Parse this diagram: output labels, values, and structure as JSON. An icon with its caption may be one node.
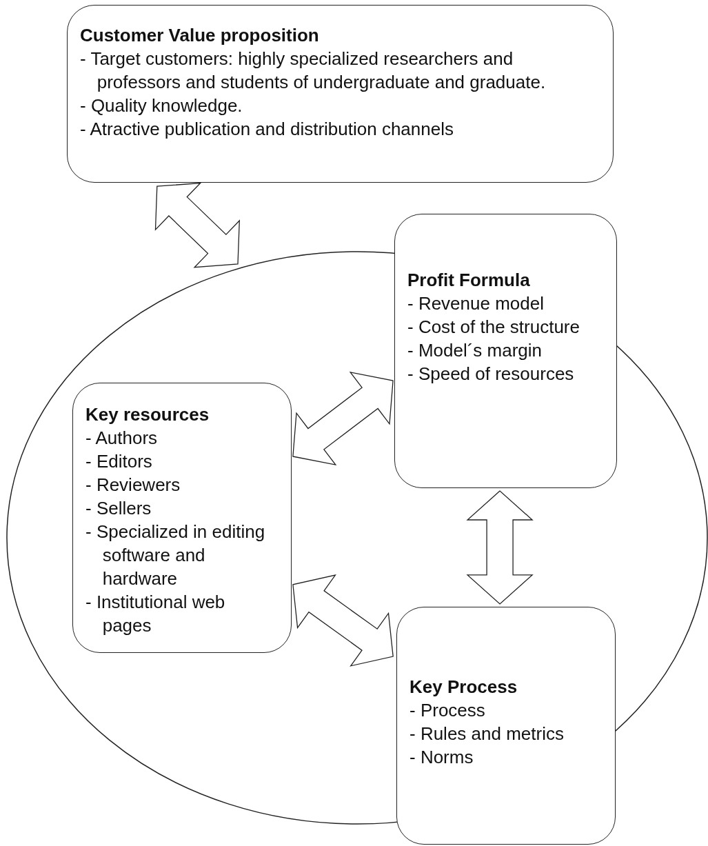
{
  "diagram": {
    "nodes": [
      {
        "text": [
          "Customer Value proposition",
          "- Target customers: highly specialized researchers and professors and students of undergraduate and graduate.",
          "- Quality knowledge.",
          "- Atractive publication and distribution channels"
        ]
      },
      {
        "text": [],
        "shape": "circle"
      },
      {
        "text": [
          "Profit Formula",
          "- Revenue model",
          "- Cost of the structure",
          "- Model´s margin",
          "- Speed of resources"
        ]
      },
      {
        "text": [
          "Key resources",
          "- Authors",
          "- Editors",
          "- Reviewers",
          "- Sellers",
          "- Specialized in editing software and hardware",
          "- Institutional web pages"
        ],
        "in": 1
      },
      {
        "text": [
          "Key Process",
          "- Process",
          "- Rules and metrics",
          "- Norms"
        ]
      }
    ],
    "edges": [
      {
        "from": 0,
        "to": 1,
        "arrow": "both"
      },
      {
        "from": 3,
        "to": 2,
        "arrow": "both"
      },
      {
        "from": 2,
        "to": 4,
        "arrow": "both"
      },
      {
        "from": 3,
        "to": 4,
        "arrow": "both"
      }
    ]
  }
}
